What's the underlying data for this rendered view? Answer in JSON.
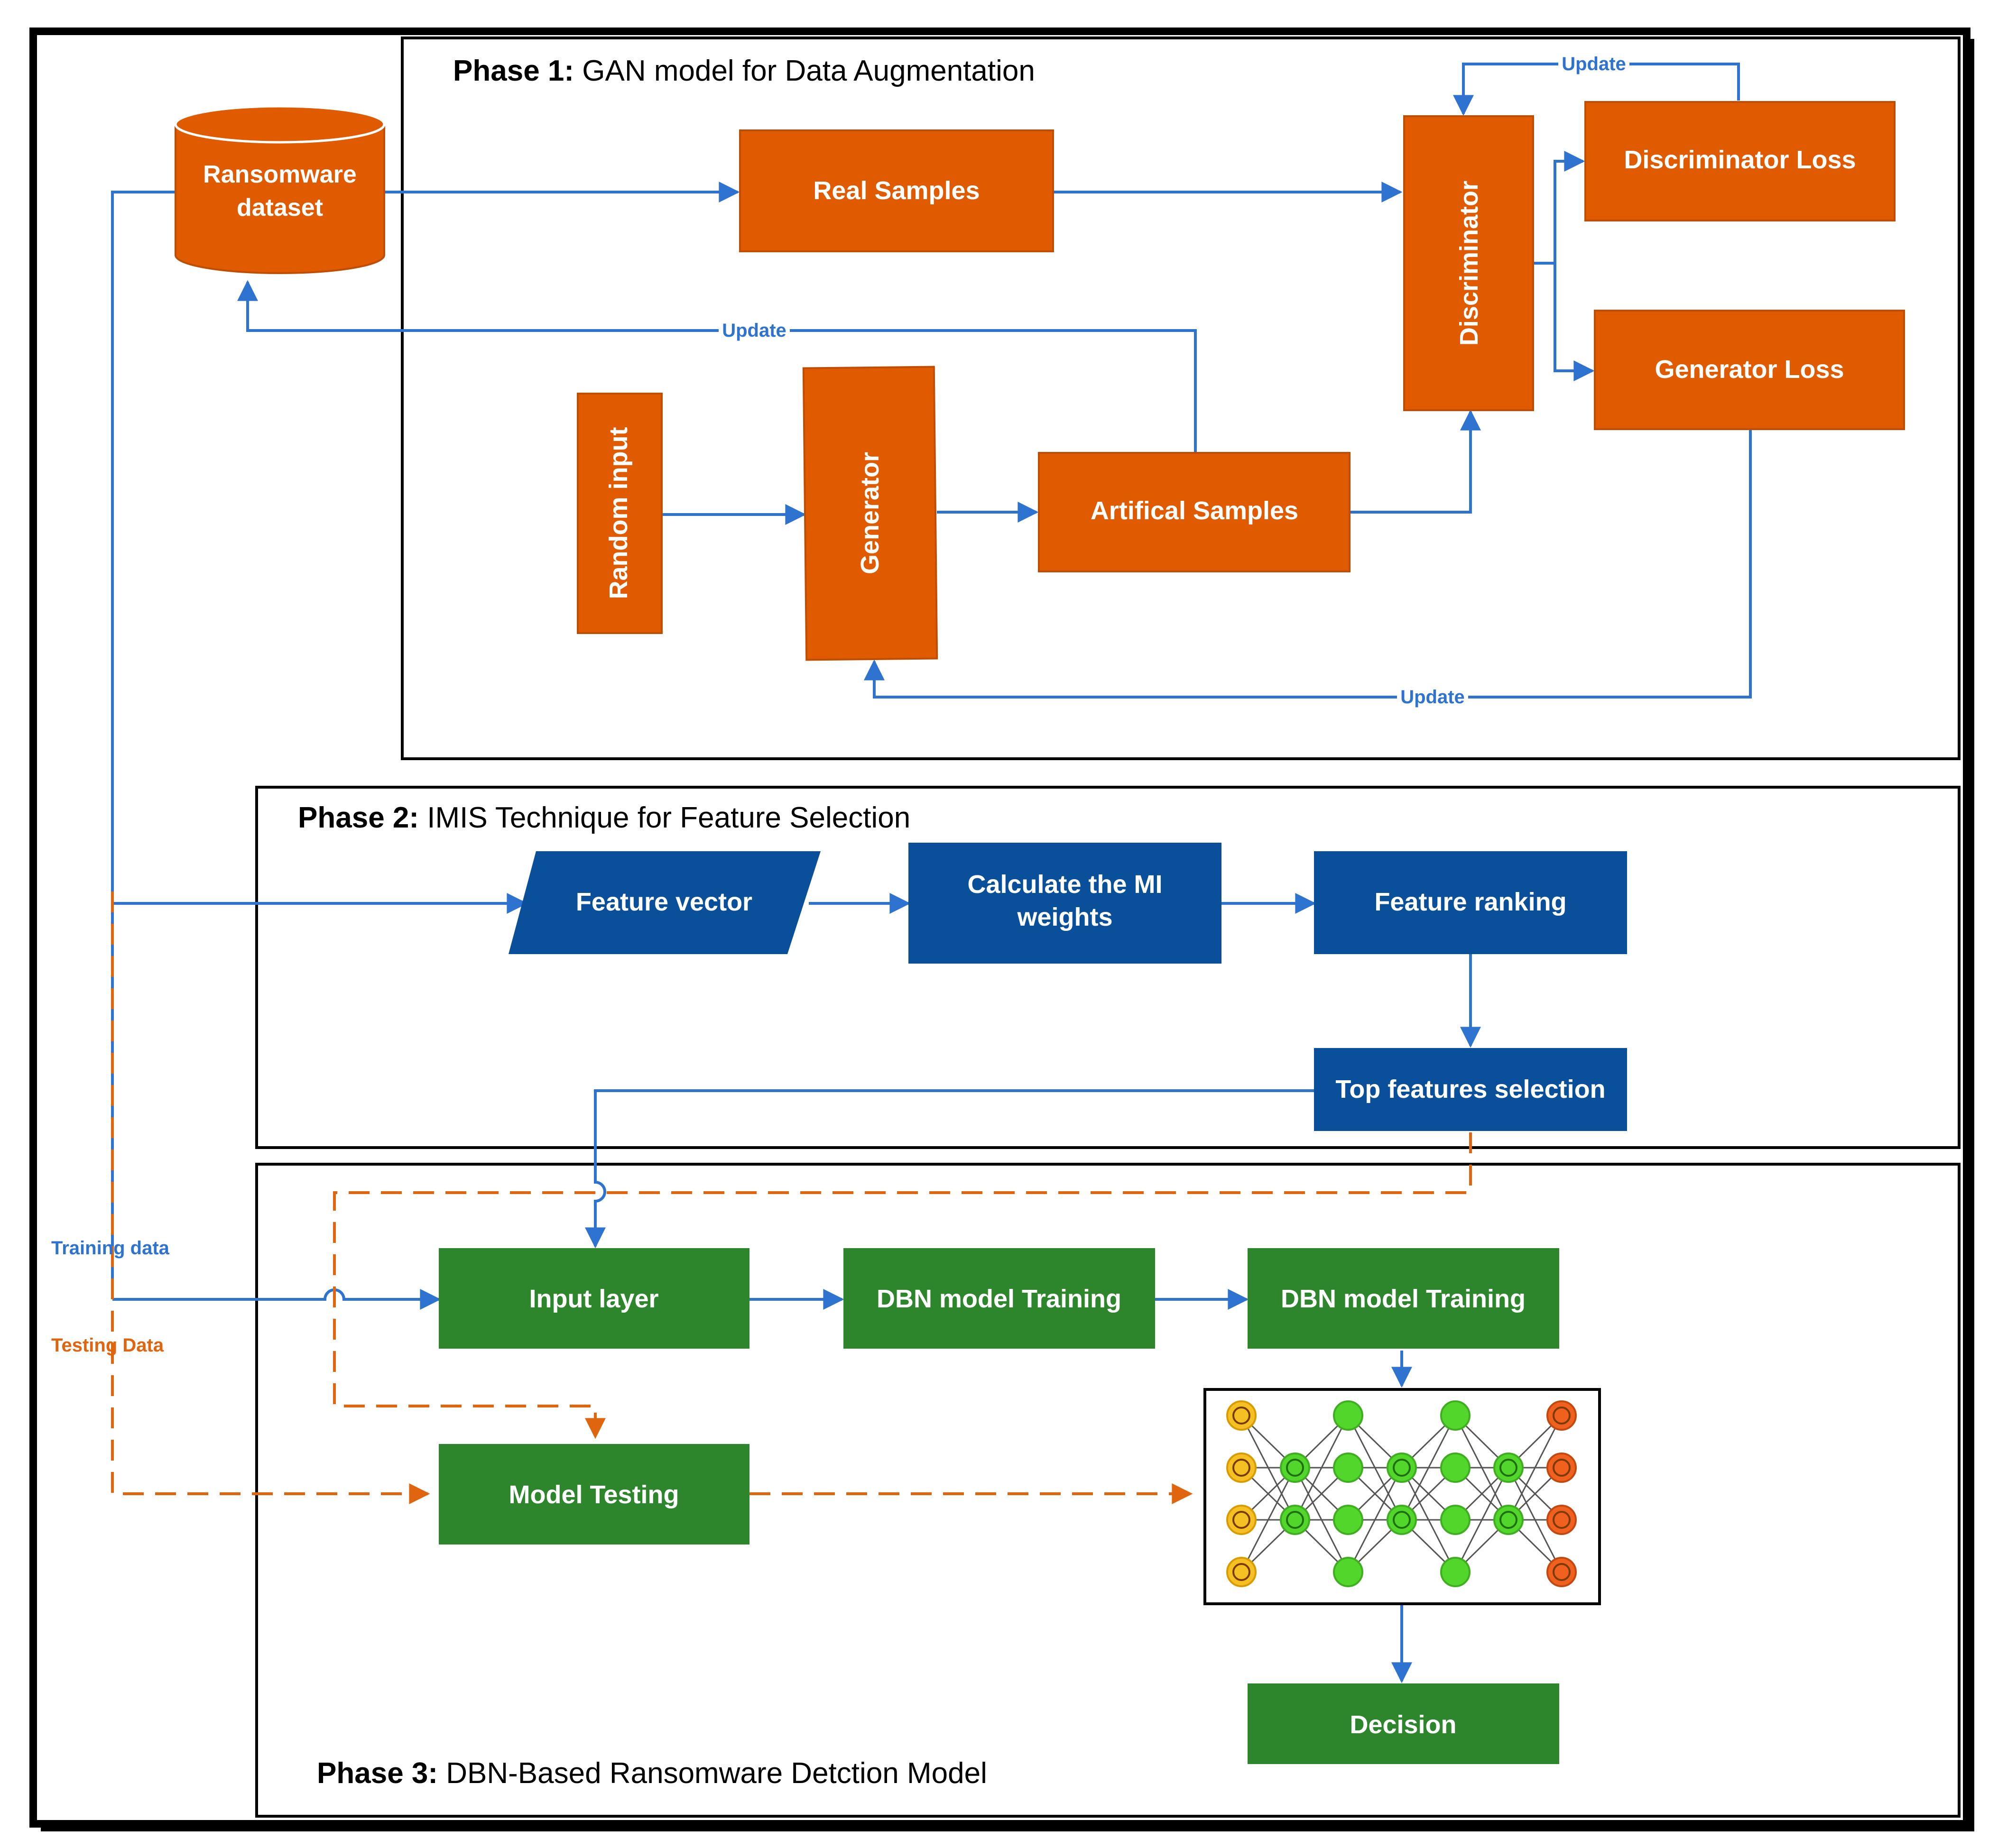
{
  "colors": {
    "orange": "#e05a00",
    "orange_border": "#c04e00",
    "blue": "#0a4f9a",
    "green": "#2e862c",
    "flow_blue": "#2e73d0",
    "flow_orange": "#e0650f",
    "frame": "#000000",
    "input_node": "#f5c023",
    "hidden_node": "#52d62c",
    "output_node": "#f0601f"
  },
  "phase1": {
    "title_bold": "Phase 1:",
    "title_rest": " GAN model for Data Augmentation",
    "dataset": [
      "Ransomware",
      "dataset"
    ],
    "real_samples": "Real Samples",
    "discriminator": "Discriminator",
    "discriminator_loss": "Discriminator Loss",
    "generator_loss": "Generator Loss",
    "random_input": "Random input",
    "generator": "Generator",
    "artificial_samples": "Artifical Samples",
    "update_label": "Update"
  },
  "phase2": {
    "title_bold": "Phase 2:",
    "title_rest": " IMIS Technique for Feature Selection",
    "feature_vector": "Feature vector",
    "calculate_mi": [
      "Calculate the MI",
      "weights"
    ],
    "feature_ranking": "Feature ranking",
    "top_features": "Top features selection"
  },
  "phase3": {
    "title_bold": "Phase 3:",
    "title_rest": " DBN-Based Ransomware Detction Model",
    "input_layer": "Input layer",
    "dbn_training_1": "DBN model Training",
    "dbn_training_2": "DBN model Training",
    "model_testing": "Model Testing",
    "decision": "Decision"
  },
  "side_labels": {
    "training_data": "Training data",
    "testing_data": "Testing Data"
  }
}
